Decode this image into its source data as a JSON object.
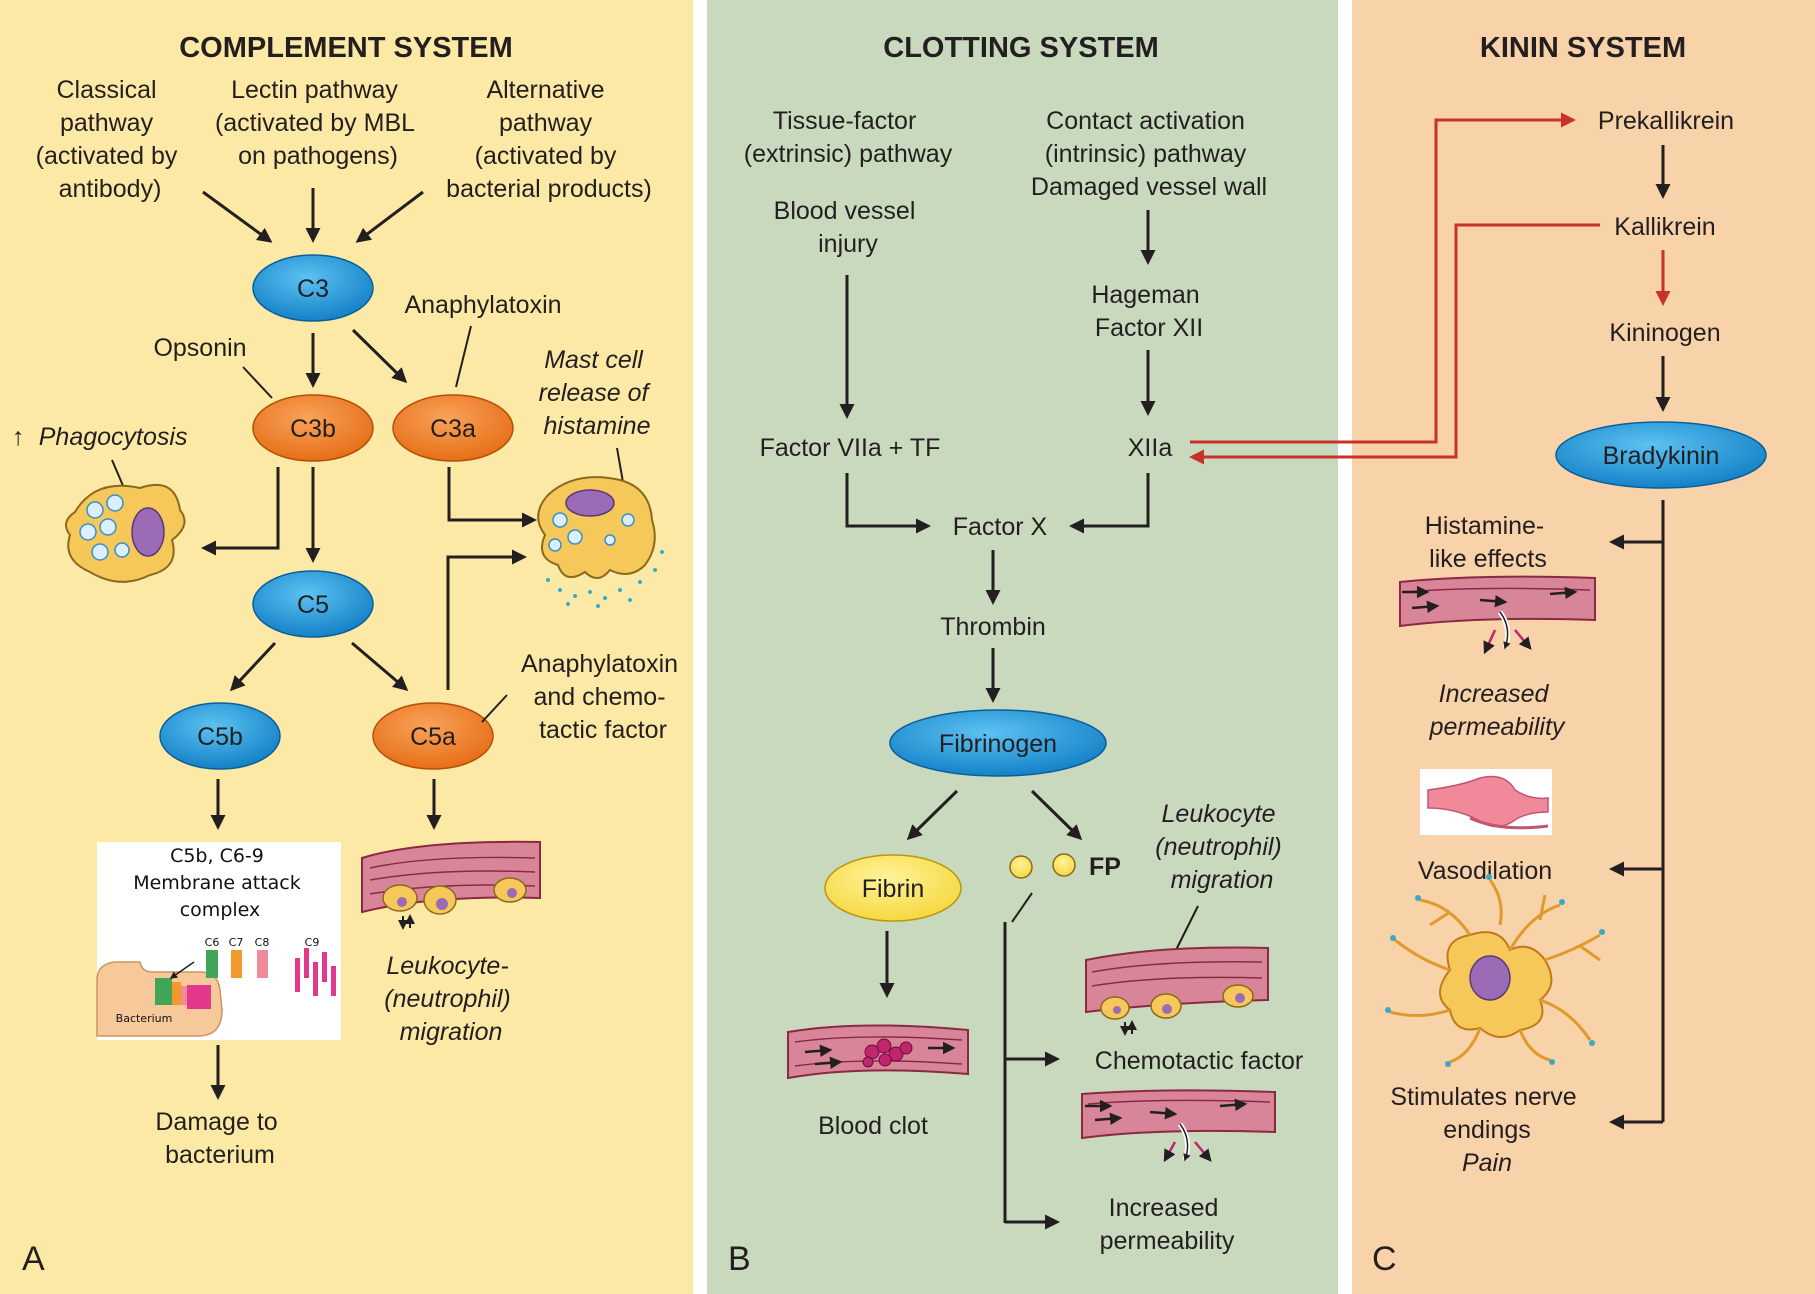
{
  "colors": {
    "complement_bg": "#fde9a6",
    "clotting_bg": "#c9d9bd",
    "kinin_bg": "#f8d2a9",
    "blue_node": "#1b8fd6",
    "orange_node": "#f07c1f",
    "yellow_node": "#fce15a",
    "red_arrow": "#c8322a",
    "vessel": "#d98599"
  },
  "complement": {
    "title": "COMPLEMENT SYSTEM",
    "panel_letter": "A",
    "classical": [
      "Classical",
      "pathway",
      "(activated by",
      "antibody)"
    ],
    "lectin": [
      "Lectin pathway",
      "(activated by MBL",
      "on pathogens)"
    ],
    "alternative": [
      "Alternative",
      "pathway",
      "(activated by",
      "bacterial products)"
    ],
    "c3": "C3",
    "c3b": "C3b",
    "c3a": "C3a",
    "c5": "C5",
    "c5b": "C5b",
    "c5a": "C5a",
    "opsonin": "Opsonin",
    "anaphylatoxin": "Anaphylatoxin",
    "phagocytosis_arrow": "↑",
    "phagocytosis": "Phagocytosis",
    "mast_cell": [
      "Mast cell",
      "release of",
      "histamine"
    ],
    "anaphylatoxin_chemo": [
      "Anaphylatoxin",
      "and chemo-",
      "tactic factor"
    ],
    "mac_title": [
      "C5b, C6-9",
      "Membrane attack",
      "complex"
    ],
    "mac_labels": [
      "C6",
      "C7",
      "C8",
      "C9"
    ],
    "mac_bacterium": "Bacterium",
    "leukocyte_migration": [
      "Leukocyte-",
      "(neutrophil)",
      "migration"
    ],
    "damage": [
      "Damage to",
      "bacterium"
    ]
  },
  "clotting": {
    "title": "CLOTTING SYSTEM",
    "panel_letter": "B",
    "tissue_factor": [
      "Tissue-factor",
      "(extrinsic) pathway"
    ],
    "injury": [
      "Blood vessel",
      "injury"
    ],
    "contact": [
      "Contact activation",
      "(intrinsic) pathway",
      "Damaged vessel wall"
    ],
    "hageman": [
      "Hageman",
      "Factor XII"
    ],
    "factor7": "Factor VIIa + TF",
    "xiia": "XIIa",
    "factor_x": "Factor X",
    "thrombin": "Thrombin",
    "fibrinogen": "Fibrinogen",
    "fibrin": "Fibrin",
    "fp": "FP",
    "blood_clot": "Blood clot",
    "leukocyte_migration": [
      "Leukocyte",
      "(neutrophil)",
      "migration"
    ],
    "chemotactic": "Chemotactic factor",
    "permeability": [
      "Increased",
      "permeability"
    ]
  },
  "kinin": {
    "title": "KININ SYSTEM",
    "panel_letter": "C",
    "prekallikrein": "Prekallikrein",
    "kallikrein": "Kallikrein",
    "kininogen": "Kininogen",
    "bradykinin": "Bradykinin",
    "histamine_like": [
      "Histamine-",
      "like effects"
    ],
    "permeability": [
      "Increased",
      "permeability"
    ],
    "vasodilation": "Vasodilation",
    "nerve": [
      "Stimulates nerve",
      "endings"
    ],
    "pain": "Pain"
  }
}
